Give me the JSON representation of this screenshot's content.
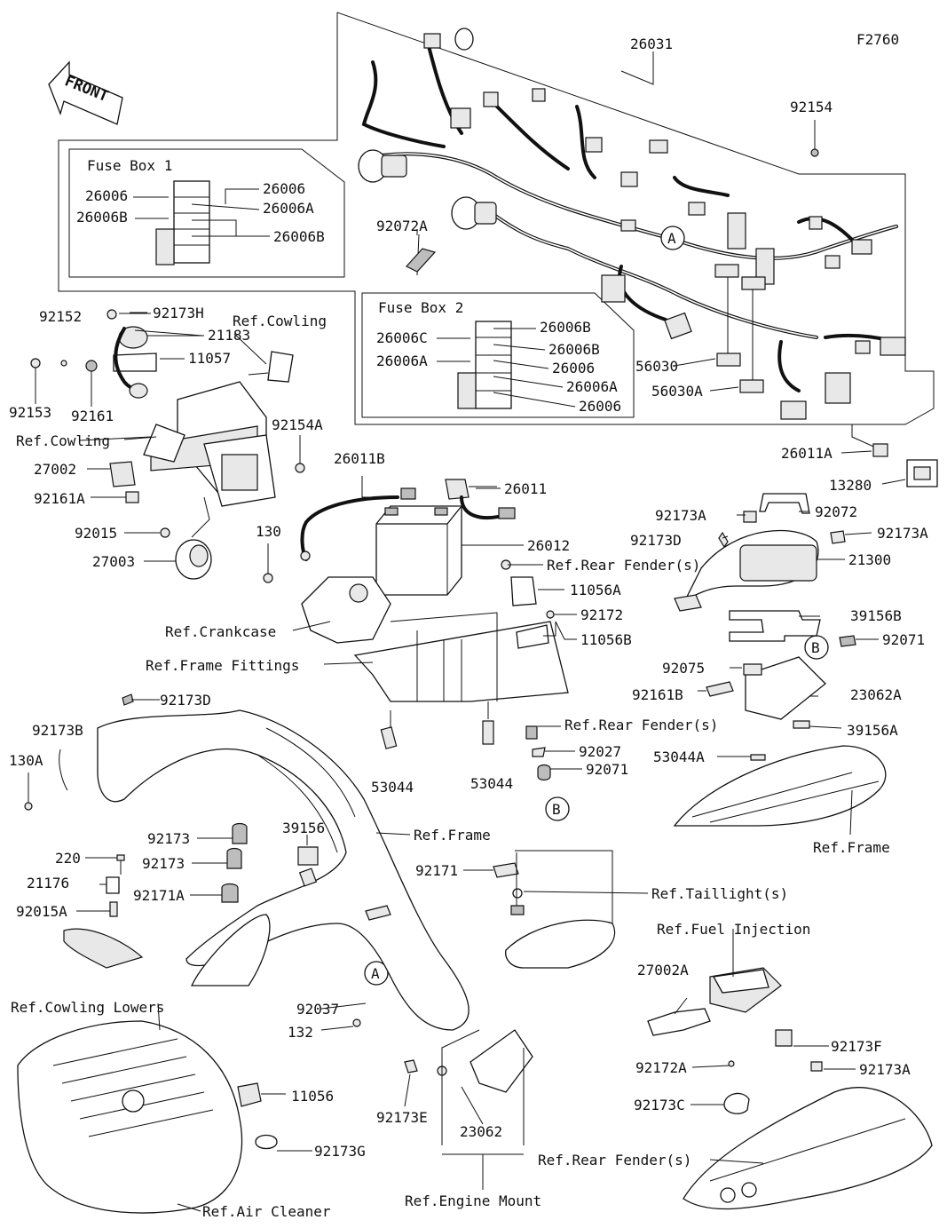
{
  "figure_code": "F2760",
  "front_label": "FRONT",
  "fuse_box_1": {
    "title": "Fuse Box 1",
    "labels_left": [
      "26006",
      "26006B"
    ],
    "labels_right": [
      "26006",
      "26006A",
      "26006B"
    ]
  },
  "fuse_box_2": {
    "title": "Fuse Box 2",
    "labels_left": [
      "26006C",
      "26006A"
    ],
    "labels_right": [
      "26006B",
      "26006B",
      "26006",
      "26006A",
      "26006"
    ]
  },
  "callouts": {
    "c26031": "26031",
    "c92154": "92154",
    "c92072A": "92072A",
    "c56030": "56030",
    "c56030A": "56030A",
    "c26011A": "26011A",
    "c13280": "13280",
    "c92152": "92152",
    "c92173H": "92173H",
    "c21183": "21183",
    "c11057": "11057",
    "cRefCowling1": "Ref.Cowling",
    "c92153": "92153",
    "c92161": "92161",
    "cRefCowling2": "Ref.Cowling",
    "c92154A": "92154A",
    "c27002": "27002",
    "c92161A": "92161A",
    "c92015": "92015",
    "c27003": "27003",
    "c26011B": "26011B",
    "c26011": "26011",
    "c26012": "26012",
    "c130": "130",
    "cRefRearFender1": "Ref.Rear Fender(s)",
    "c11056A": "11056A",
    "c92172": "92172",
    "c11056B": "11056B",
    "cRefCrankcase": "Ref.Crankcase",
    "cRefFrameFittings": "Ref.Frame Fittings",
    "c92173A_1": "92173A",
    "c92072": "92072",
    "c92173D_1": "92173D",
    "c92173A_2": "92173A",
    "c21300": "21300",
    "c39156B": "39156B",
    "c92071_1": "92071",
    "c92075": "92075",
    "c92161B": "92161B",
    "c23062A": "23062A",
    "c39156A": "39156A",
    "c53044A": "53044A",
    "cRefFrame2": "Ref.Frame",
    "c92173D_2": "92173D",
    "c92173B": "92173B",
    "c130A": "130A",
    "cRefRearFender2": "Ref.Rear Fender(s)",
    "c92027": "92027",
    "c92071_2": "92071",
    "c53044_1": "53044",
    "c53044_2": "53044",
    "c92173_1": "92173",
    "c39156": "39156",
    "cRefFrame1": "Ref.Frame",
    "c220": "220",
    "c92173_2": "92173",
    "c21176": "21176",
    "c92171A": "92171A",
    "c92015A": "92015A",
    "c92171": "92171",
    "cRefTaillight": "Ref.Taillight(s)",
    "cRefFuelInjection": "Ref.Fuel Injection",
    "cRefCowlingLowers": "Ref.Cowling Lowers",
    "c27002A": "27002A",
    "c92037": "92037",
    "c132": "132",
    "c92173F": "92173F",
    "c92172A": "92172A",
    "c92173A_3": "92173A",
    "c11056": "11056",
    "c92173C": "92173C",
    "c92173E": "92173E",
    "c23062": "23062",
    "c92173G": "92173G",
    "cRefRearFender3": "Ref.Rear Fender(s)",
    "cRefAirCleaner": "Ref.Air Cleaner",
    "cRefEngineMount": "Ref.Engine Mount"
  },
  "circle_markers": {
    "a1": "A",
    "a2": "A",
    "b1": "B",
    "b2": "B"
  }
}
